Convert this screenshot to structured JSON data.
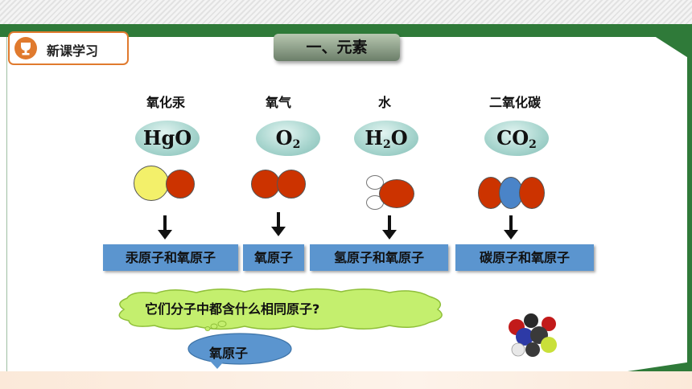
{
  "header": {
    "lesson_label": "新课学习",
    "section_title": "一、元素"
  },
  "substances": [
    {
      "name": "氧化汞",
      "formula_main": "HgO",
      "formula_sub": "",
      "formula_after": "",
      "atoms": "汞原子和氧原子"
    },
    {
      "name": "氧气",
      "formula_main": "O",
      "formula_sub": "2",
      "formula_after": "",
      "atoms": "氧原子"
    },
    {
      "name": "水",
      "formula_main": "H",
      "formula_sub": "2",
      "formula_after": "O",
      "atoms": "氢原子和氧原子"
    },
    {
      "name": "二氧化碳",
      "formula_main": "CO",
      "formula_sub": "2",
      "formula_after": "",
      "atoms": "碳原子和氧原子"
    }
  ],
  "question": "它们分子中都含什么相同原子?",
  "answer": "氧原子",
  "colors": {
    "accent_green": "#2f7a39",
    "tag_orange": "#e07a2e",
    "result_blue": "#5b95cf",
    "oxygen_red": "#cc3300"
  },
  "icons": [
    "trophy-icon",
    "arrow-down-icon",
    "molecule-model-icon"
  ]
}
